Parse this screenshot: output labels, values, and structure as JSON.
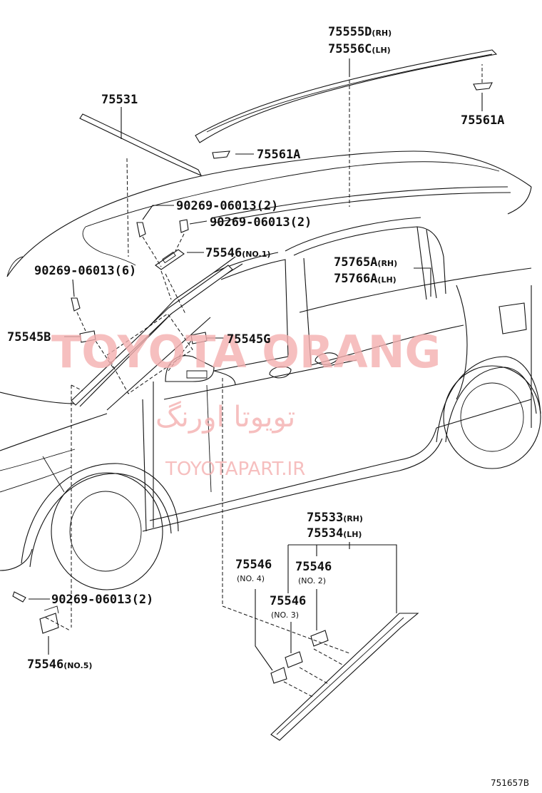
{
  "watermark": {
    "brand": "TOYOTA ORANG",
    "persian": "تویوتا اورنگ",
    "site": "TOYOTAPART.IR"
  },
  "callouts": {
    "p75555D": {
      "num": "75555D",
      "note": "(RH)"
    },
    "p75556C": {
      "num": "75556C",
      "note": "(LH)"
    },
    "p75531": {
      "num": "75531"
    },
    "p75561A_top": {
      "num": "75561A"
    },
    "p75561A_mid": {
      "num": "75561A"
    },
    "clip_a": {
      "num": "90269-06013(2)"
    },
    "clip_b": {
      "num": "90269-06013(2)"
    },
    "clip_c": {
      "num": "90269-06013(6)"
    },
    "p75546_no1": {
      "num": "75546",
      "note": "(NO.1)"
    },
    "p75765A": {
      "num": "75765A",
      "note": "(RH)"
    },
    "p75766A": {
      "num": "75766A",
      "note": "(LH)"
    },
    "p75545B": {
      "num": "75545B"
    },
    "p75545G": {
      "num": "75545G"
    },
    "p75533": {
      "num": "75533",
      "note": "(RH)"
    },
    "p75534": {
      "num": "75534",
      "note": "(LH)"
    },
    "p75546_no4": {
      "num": "75546",
      "note": "(NO. 4)"
    },
    "p75546_no2": {
      "num": "75546",
      "note": "(NO. 2)"
    },
    "p75546_no3": {
      "num": "75546",
      "note": "(NO. 3)"
    },
    "clip_d": {
      "num": "90269-06013(2)"
    },
    "p75546_no5": {
      "num": "75546",
      "note": "(NO.5)"
    }
  },
  "diagram_code": "751657B"
}
